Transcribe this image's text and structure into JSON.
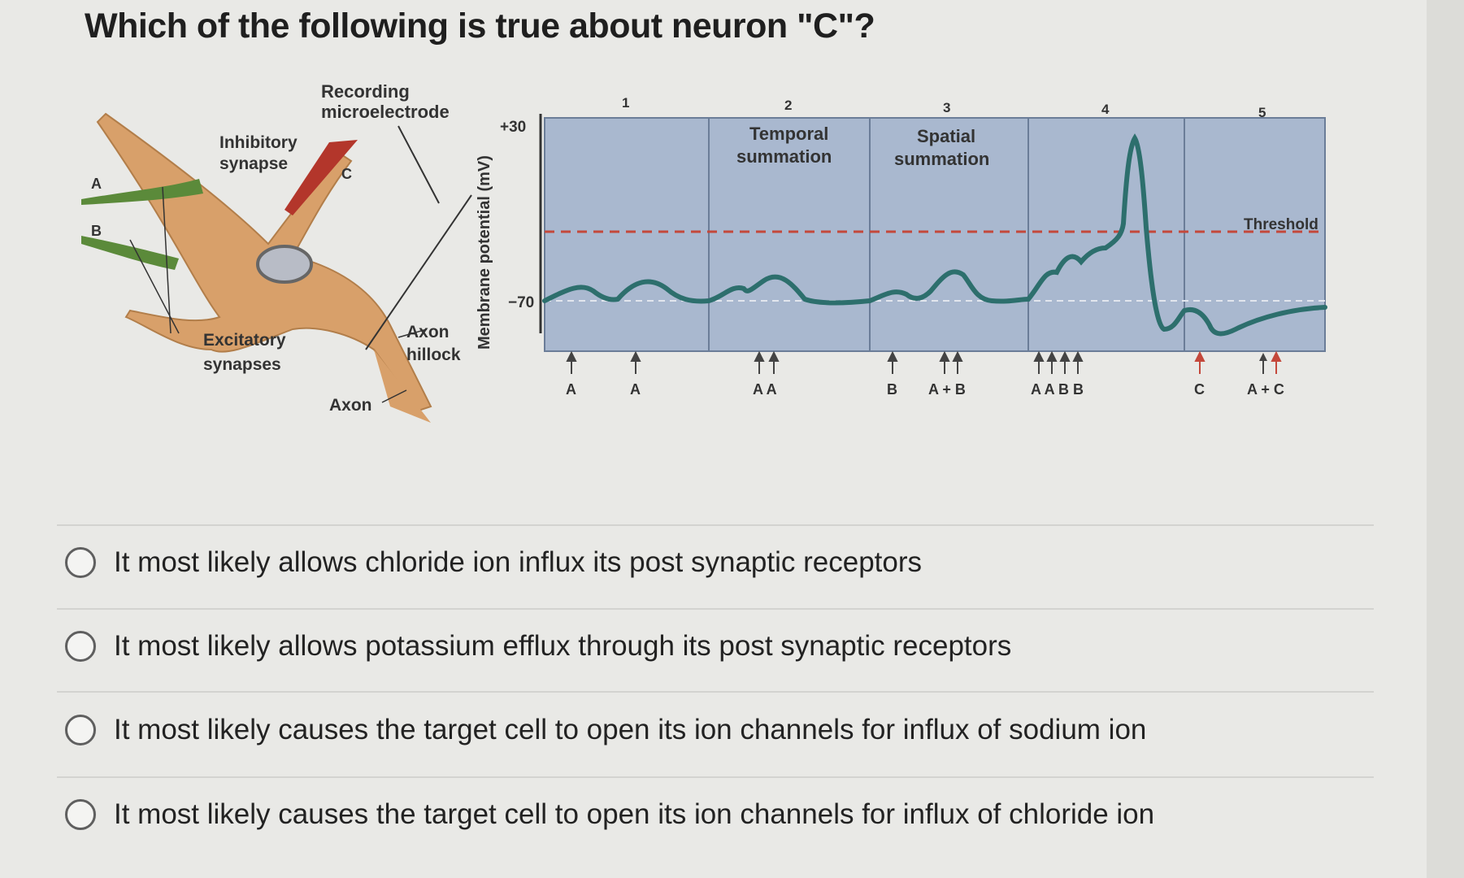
{
  "question": {
    "text": "Which of the following is true about neuron \"C\"?"
  },
  "figure": {
    "neuron_labels": {
      "recording_line1": "Recording",
      "recording_line2": "microelectrode",
      "inhibitory_line1": "Inhibitory",
      "inhibitory_line2": "synapse",
      "c": "C",
      "a": "A",
      "b": "B",
      "excitatory_line1": "Excitatory",
      "excitatory_line2": "synapses",
      "axon_hillock_line1": "Axon",
      "axon_hillock_line2": "hillock",
      "axon": "Axon"
    },
    "graph": {
      "y_axis_label": "Membrane potential (mV)",
      "y_tick_top": "+30",
      "y_tick_rest": "−70",
      "threshold_label": "Threshold",
      "sections": [
        {
          "number": "1",
          "title_line1": "",
          "title_line2": ""
        },
        {
          "number": "2",
          "title_line1": "Temporal",
          "title_line2": "summation"
        },
        {
          "number": "3",
          "title_line1": "Spatial",
          "title_line2": "summation"
        },
        {
          "number": "4",
          "title_line1": "",
          "title_line2": ""
        },
        {
          "number": "5",
          "title_line1": "",
          "title_line2": ""
        }
      ],
      "stimuli": [
        "A",
        "A",
        "A A",
        "B",
        "A + B",
        "A A B B",
        "C",
        "A + C"
      ]
    }
  },
  "options": [
    {
      "label": "It most likely allows chloride ion influx its post synaptic receptors"
    },
    {
      "label": "It most likely allows potassium efflux through its post synaptic receptors"
    },
    {
      "label": "It most likely causes the target cell to open its ion channels for influx of sodium ion"
    },
    {
      "label": "It most likely causes the target cell to open its ion channels for influx of chloride ion"
    }
  ]
}
